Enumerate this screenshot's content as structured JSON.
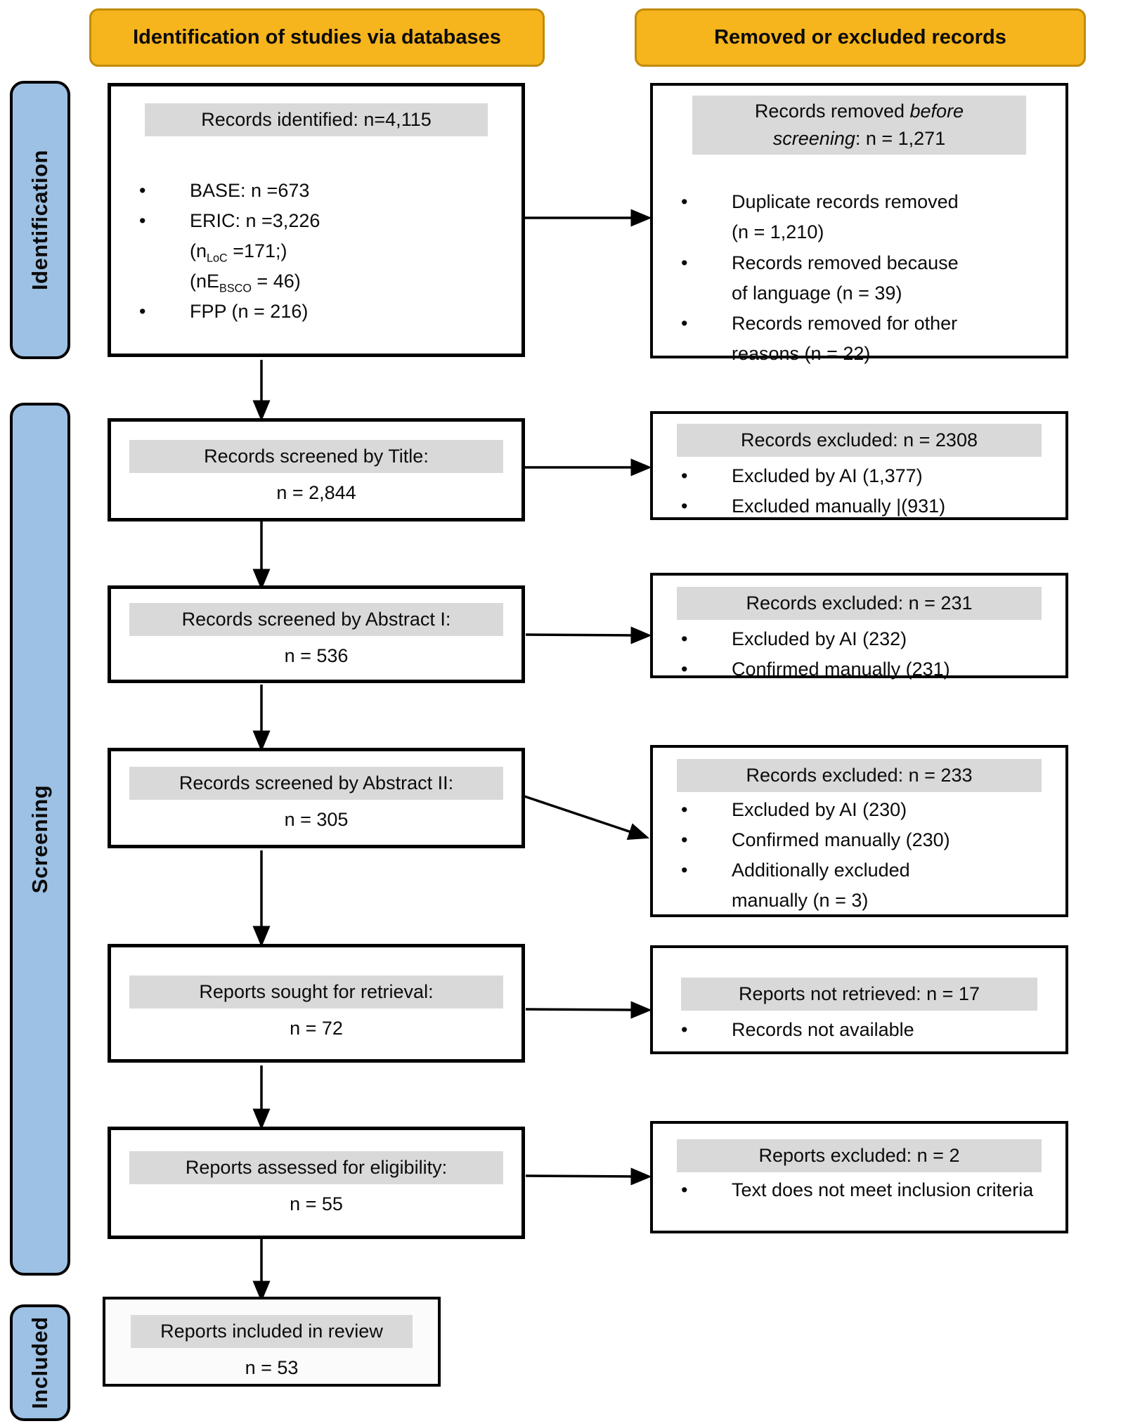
{
  "palette": {
    "header_bg": "#F6B41D",
    "header_border": "#C28B08",
    "stage_bg": "#9DC1E4",
    "title_highlight": "#D9D9D9",
    "box_border": "#000000"
  },
  "headers": {
    "left": "Identification of studies via databases",
    "right": "Removed or excluded records"
  },
  "stages": {
    "identification": "Identification",
    "screening": "Screening",
    "included": "Included"
  },
  "left_column": {
    "identified": {
      "title": "Records identified: n=4,115",
      "bullet_base": "BASE: n =673",
      "eric": {
        "line1": "ERIC: n =3,226",
        "l2_pre": "(n",
        "l2_sub": "LoC",
        "l2_post": " =171;)",
        "l3_pre": "(nE",
        "l3_sub": "BSCO",
        "l3_post": " = 46)"
      },
      "bullet_fpp": "FPP (n = 216)"
    },
    "screened_title": {
      "title": "Records screened by Title:",
      "n": "n = 2,844"
    },
    "abstract1": {
      "title": "Records screened by Abstract I:",
      "n": "n = 536"
    },
    "abstract2": {
      "title": "Records screened by Abstract II:",
      "n": "n = 305"
    },
    "retrieval": {
      "title": "Reports sought for retrieval:",
      "n": "n = 72"
    },
    "eligibility": {
      "title": "Reports assessed for eligibility:",
      "n": "n = 55"
    },
    "included": {
      "title": "Reports included in review",
      "n": "n = 53"
    }
  },
  "right_column": {
    "removed_before": {
      "title_pre": "Records removed ",
      "title_i1": "before",
      "title_i2": "screening",
      "title_post": ": n = 1,271",
      "bullets": [
        "Duplicate records removed (n = 1,210)",
        "Records removed because of language (n = 39)",
        "Records removed for other reasons (n = 22)"
      ]
    },
    "excluded_title": {
      "title": "Records excluded: n = 2308",
      "bullets": [
        "Excluded by AI (1,377)",
        "Excluded manually |(931)"
      ]
    },
    "excluded_abstract1": {
      "title": "Records excluded: n = 231",
      "bullets": [
        "Excluded by AI (232)",
        "Confirmed manually (231)"
      ]
    },
    "excluded_abstract2": {
      "title": "Records excluded: n = 233",
      "bullets": [
        "Excluded by AI (230)",
        "Confirmed manually (230)",
        "Additionally excluded manually (n = 3)"
      ]
    },
    "not_retrieved": {
      "title": "Reports not retrieved: n = 17",
      "bullets": [
        "Records not available"
      ]
    },
    "reports_excluded": {
      "title": "Reports excluded: n = 2",
      "bullets": [
        "Text does not meet inclusion criteria"
      ]
    }
  }
}
